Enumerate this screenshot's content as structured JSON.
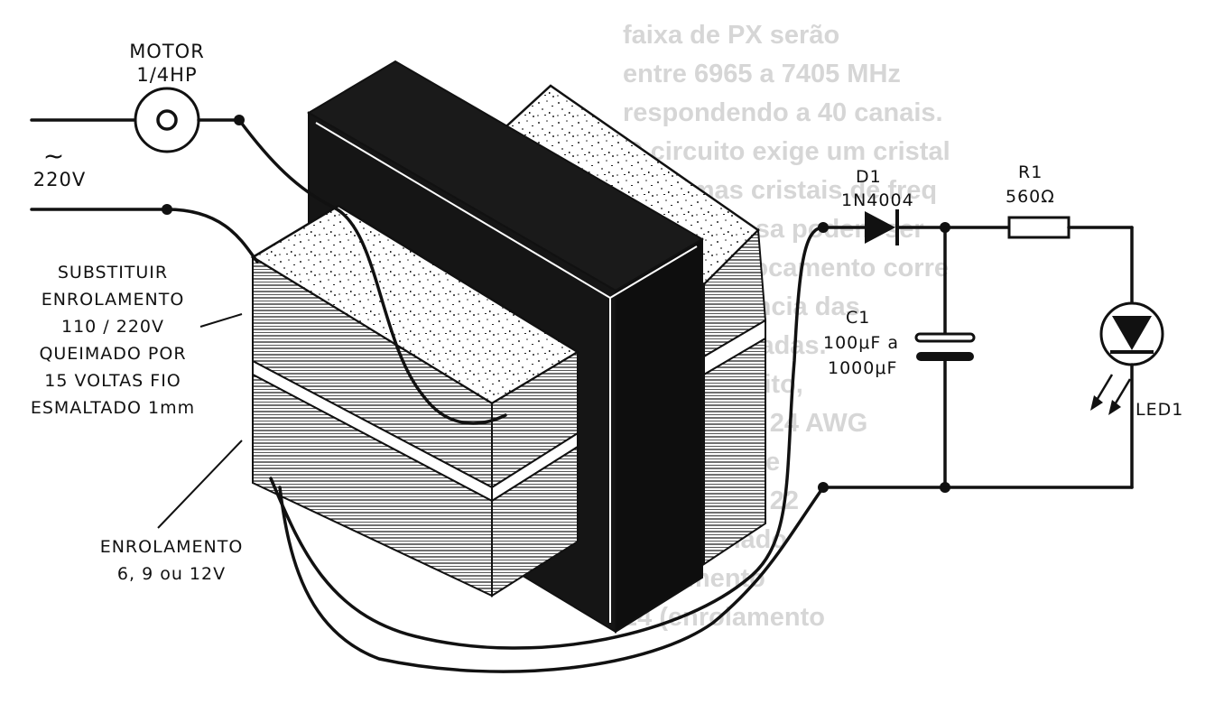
{
  "labels": {
    "motor_line1": "MOTOR",
    "motor_line2": "1/4HP",
    "ac_symbol": "~",
    "voltage": "220V",
    "substituir": [
      "SUBSTITUIR",
      "ENROLAMENTO",
      "110 / 220V",
      "QUEIMADO POR",
      "15 VOLTAS FIO",
      "ESMALTADO 1mm"
    ],
    "enrolamento": [
      "ENROLAMENTO",
      "6, 9 ou 12V"
    ],
    "d1_name": "D1",
    "d1_part": "1N4004",
    "r1_name": "R1",
    "r1_value": "560Ω",
    "c1_name": "C1",
    "c1_value1": "100μF a",
    "c1_value2": "1000μF",
    "led_name": "LED1"
  },
  "background_text": [
    "faixa de PX serão",
    "entre 6965 a 7405 MHz",
    "respondendo a 40 canais.",
    "O circuito exige um cristal",
    "MHz, mas cristais de freq",
    "ximas a essa podem ser",
    "m um deslocamento corre",
    "das frequência das",
    "ão sintonizadas.",
    "Neste circuito,",
    "oiras de fio 24 AWG",
    "cm de ferrite",
    "oiras de fio 22",
    "T1 é formado",
    "nrolamento",
    "24 (enrolamento"
  ]
}
